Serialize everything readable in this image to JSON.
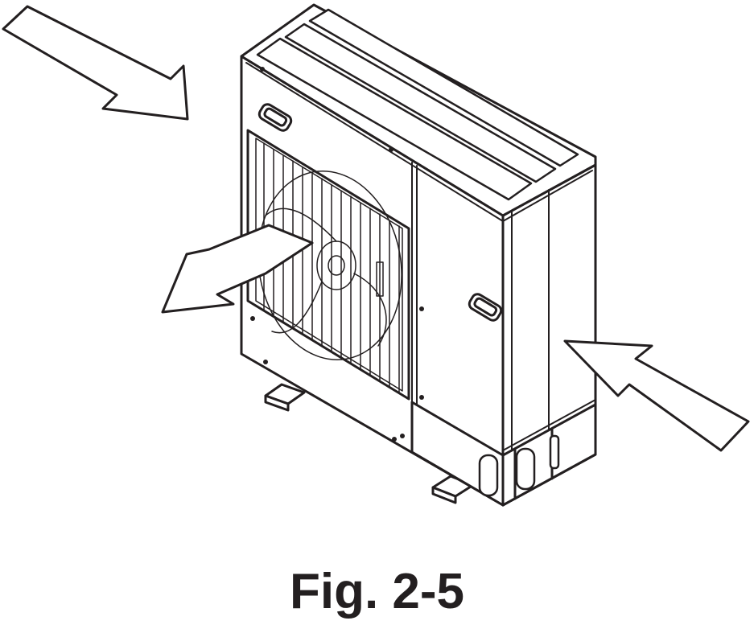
{
  "figure": {
    "caption": "Fig. 2-5",
    "colors": {
      "line": "#231f20",
      "fill": "#ffffff"
    },
    "airflow_arrows": [
      {
        "id": "inlet-top-left",
        "direction": "in"
      },
      {
        "id": "outlet-front",
        "direction": "out"
      },
      {
        "id": "inlet-right",
        "direction": "in"
      }
    ]
  }
}
